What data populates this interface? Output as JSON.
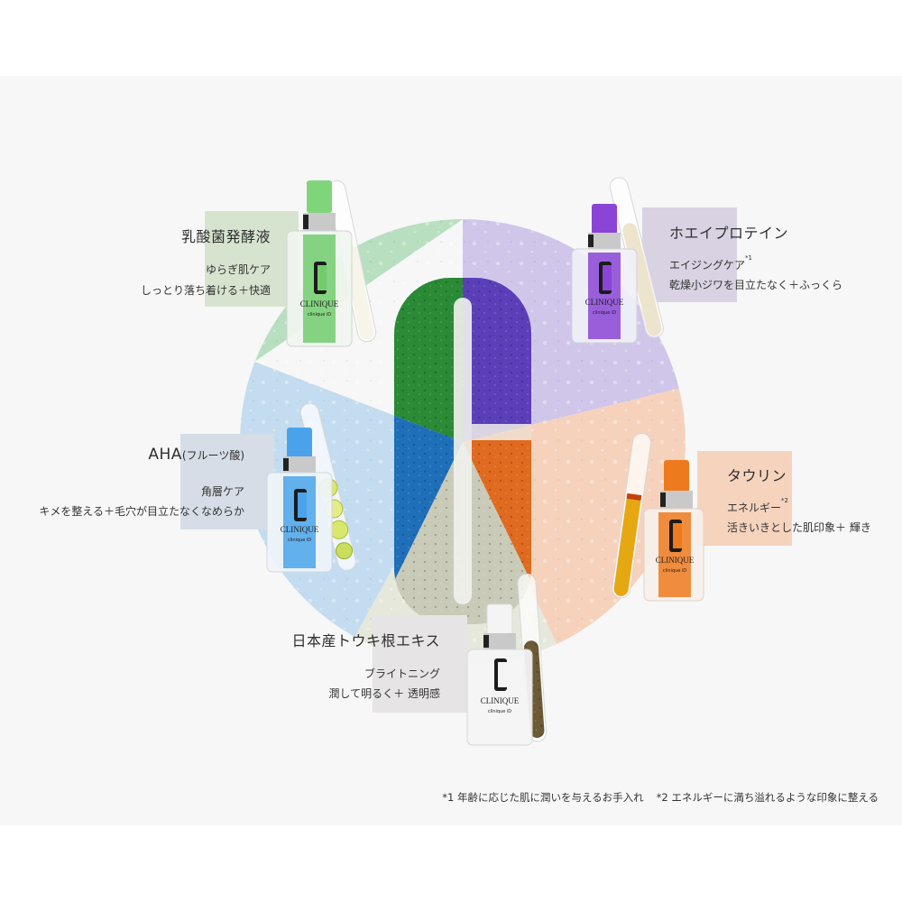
{
  "colors": {
    "page_bg": "#ffffff",
    "panel_bg": "#f7f7f7",
    "green_sector": "#b8dfbf",
    "green_logo": "#2a8a35",
    "purple_sector": "#cfc6ea",
    "purple_logo": "#5b3fb8",
    "peach_sector": "#f6d2bd",
    "orange_logo": "#e06a20",
    "sage_sector": "#e6e8dc",
    "sage_logo": "#c9cbb8",
    "blue_sector": "#c3dcef",
    "blue_logo": "#1f6fb8",
    "green_label": "#d6e4cf",
    "purple_label": "#d8d2e3",
    "blue_label": "#d6dde6",
    "peach_label": "#f6d3bd",
    "gray_label": "#e6e4e4"
  },
  "ingredients": [
    {
      "id": "lactic",
      "title": "乳酸菌発酵液",
      "line1": "ゆらぎ肌ケア",
      "line1_sup": "",
      "line2": "しっとり落ち着ける＋快適",
      "bottle_color": "#6fcf6a",
      "tube_content": "milky-white",
      "brand": "CLINIQUE",
      "sub": "clinique iD"
    },
    {
      "id": "whey",
      "title": "ホエイプロテイン",
      "line1": "エイジングケア",
      "line1_sup": "*1",
      "line2": "乾燥小ジワを目立たなく＋ふっくら",
      "bottle_color": "#8a45d6",
      "tube_content": "cream-powder",
      "brand": "CLINIQUE",
      "sub": "clinique iD"
    },
    {
      "id": "aha",
      "title": "AHA",
      "title_small": "(フルーツ酸)",
      "line1": "角層ケア",
      "line1_sup": "",
      "line2": "キメを整える＋毛穴が目立たなくなめらか",
      "bottle_color": "#4aa3ea",
      "tube_content": "lime-slices",
      "brand": "CLINIQUE",
      "sub": "clinique iD"
    },
    {
      "id": "taurine",
      "title": "タウリン",
      "line1": "エネルギー",
      "line1_sup": "*2",
      "line2": "活きいきとした肌印象＋ 輝き",
      "bottle_color": "#ee7a1e",
      "tube_content": "amber-liquid",
      "brand": "CLINIQUE",
      "sub": "clinique iD"
    },
    {
      "id": "angelica",
      "title": "日本産トウキ根エキス",
      "line1": "ブライトニング",
      "line1_sup": "",
      "line2": "潤して明るく＋ 透明感",
      "bottle_color": "#f2f2f2",
      "tube_content": "root-chips",
      "brand": "CLINIQUE",
      "sub": "clinique iD"
    }
  ],
  "footnotes": [
    "*1 年齢に応じた肌に潤いを与えるお手入れ",
    "*2 エネルギーに満ち溢れるような印象に整える"
  ]
}
